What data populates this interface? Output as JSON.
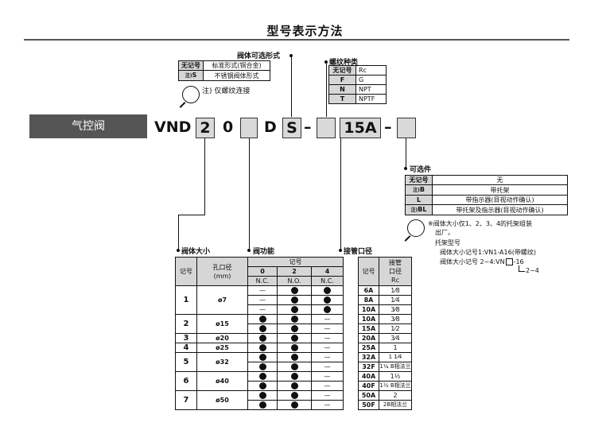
{
  "title": "型号表示方法",
  "body_options": {
    "label": "阀体可选形式",
    "rows": [
      {
        "key": "无记号",
        "value": "标准形式(铜合金)"
      },
      {
        "key_note": "注)",
        "key": "S",
        "value": "不锈钢阀体形式"
      }
    ],
    "note": "注) 仅螺纹连接"
  },
  "thread": {
    "label": "螺纹种类",
    "rows": [
      {
        "key": "无记号",
        "value": "Rc"
      },
      {
        "key": "F",
        "value": "G"
      },
      {
        "key": "N",
        "value": "NPT"
      },
      {
        "key": "T",
        "value": "NPTF"
      }
    ]
  },
  "model_line": {
    "category": "气控阀",
    "prefix": "VND",
    "size_box": "2",
    "function_code": "0",
    "letter_d": "D",
    "s_box": "S",
    "dash1": "–",
    "port_box": "15A",
    "dash2": "–"
  },
  "options": {
    "label": "可选件",
    "rows": [
      {
        "key": "无记号",
        "value": "无"
      },
      {
        "key_note": "注)",
        "key": "B",
        "value": "带托架"
      },
      {
        "key": "L",
        "value": "带指示器(目视动作确认)"
      },
      {
        "key_note": "注)",
        "key": "BL",
        "value": "带托架及指示器(目视动作确认)"
      }
    ],
    "note_line1": "※阀体大小仅1、2、3、4的托架组装",
    "note_line2": "出厂。",
    "bracket_label": "托架型号",
    "bracket_line1": "阀体大小记号1:VN1-A16(带螺纹)",
    "bracket_line2_a": "阀体大小记号 2~4:VN",
    "bracket_line2_b": "-16",
    "bracket_line3": "2~4"
  },
  "labels": {
    "body_size": "阀体大小",
    "valve_function": "阀功能",
    "port_size": "接管口径"
  },
  "table": {
    "headers": {
      "code": "记号",
      "orifice": "孔口径",
      "orifice_unit": "(mm)",
      "function_code": "记号",
      "f0": "0",
      "f2": "2",
      "f4": "4",
      "f0_sub": "N.C.",
      "f2_sub": "N.O.",
      "f4_sub": "N.C.",
      "port_code": "记号",
      "port_line1": "接管",
      "port_line2": "口径",
      "port_line3": "Rc"
    },
    "groups": [
      {
        "size": "1",
        "orifice": "ø7",
        "rows": [
          {
            "f0": "—",
            "f2": "●",
            "f4": "●",
            "port": "6A",
            "rc": "1⁄8"
          },
          {
            "f0": "—",
            "f2": "●",
            "f4": "●",
            "port": "8A",
            "rc": "1⁄4"
          },
          {
            "f0": "—",
            "f2": "●",
            "f4": "●",
            "port": "10A",
            "rc": "3⁄8"
          }
        ]
      },
      {
        "size": "2",
        "orifice": "ø15",
        "rows": [
          {
            "f0": "●",
            "f2": "●",
            "f4": "—",
            "port": "10A",
            "rc": "3⁄8"
          },
          {
            "f0": "●",
            "f2": "●",
            "f4": "—",
            "port": "15A",
            "rc": "1⁄2"
          }
        ]
      },
      {
        "size": "3",
        "orifice": "ø20",
        "rows": [
          {
            "f0": "●",
            "f2": "●",
            "f4": "—",
            "port": "20A",
            "rc": "3⁄4"
          }
        ]
      },
      {
        "size": "4",
        "orifice": "ø25",
        "rows": [
          {
            "f0": "●",
            "f2": "●",
            "f4": "—",
            "port": "25A",
            "rc": "1"
          }
        ]
      },
      {
        "size": "5",
        "orifice": "ø32",
        "rows": [
          {
            "f0": "●",
            "f2": "●",
            "f4": "—",
            "port": "32A",
            "rc": "1 1⁄4"
          },
          {
            "f0": "●",
            "f2": "●",
            "f4": "—",
            "port": "32F",
            "rc": "1¼ B相法兰"
          }
        ]
      },
      {
        "size": "6",
        "orifice": "ø40",
        "rows": [
          {
            "f0": "●",
            "f2": "●",
            "f4": "—",
            "port": "40A",
            "rc": "1½"
          },
          {
            "f0": "●",
            "f2": "●",
            "f4": "—",
            "port": "40F",
            "rc": "1½ B相法兰"
          }
        ]
      },
      {
        "size": "7",
        "orifice": "ø50",
        "rows": [
          {
            "f0": "●",
            "f2": "●",
            "f4": "—",
            "port": "50A",
            "rc": "2"
          },
          {
            "f0": "●",
            "f2": "●",
            "f4": "—",
            "port": "50F",
            "rc": "2B相法兰"
          }
        ]
      }
    ]
  }
}
